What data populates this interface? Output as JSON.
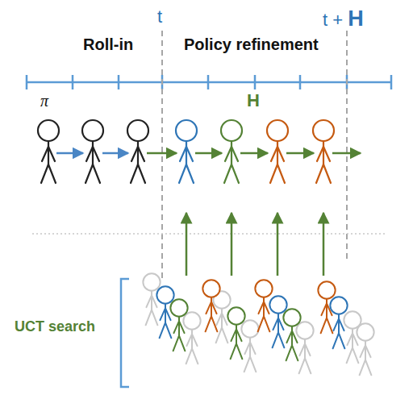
{
  "diagram": {
    "labels": [
      "t",
      "t + H",
      "Roll-in",
      "Policy refinement",
      "π",
      "H",
      "UCT search"
    ]
  }
}
